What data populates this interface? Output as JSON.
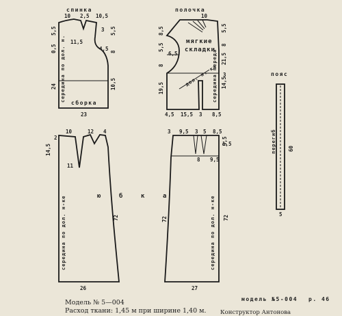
{
  "back": {
    "title": "спинка",
    "m_top1": "10",
    "m_top2": "2,5",
    "m_top3": "10,5",
    "m_left1": "5,5",
    "m_left2": "0,5",
    "m_right1": "5,5",
    "m_right2": "8",
    "m_right3": "10,5",
    "m_3": "3",
    "m_115": "11,5",
    "m_45": "4,5",
    "m_24": "24",
    "center": "середина по дол. н.",
    "gather": "сборка",
    "bottom": "23"
  },
  "front": {
    "title": "полочка",
    "m_top": "10",
    "m_left1": "8,5",
    "m_left2": "5,5",
    "m_left3": "8",
    "m_left4": "19,5",
    "m_left5": "6,5",
    "m_right1": "5,5",
    "m_right2": "8",
    "m_right3": "21,5",
    "m_right4": "14,5",
    "m_right5": "3",
    "pleats": [
      "мягкие",
      "складки"
    ],
    "grain": "дол. н. ка",
    "center": "середина переда",
    "b1": "4,5",
    "b2": "15,5",
    "b3": "3",
    "b4": "8,5"
  },
  "belt": {
    "title": "пояс",
    "fold": "перегиб",
    "length": "60",
    "width": "5"
  },
  "skirt_back": {
    "m_top1": "10",
    "m_top2": "12",
    "m_top3": "4",
    "m_2": "2",
    "m_145": "14,5",
    "m_11": "11",
    "center": "середина по дол. н-ке",
    "length": "72",
    "bottom": "26"
  },
  "skirt_word": [
    "ю",
    "б",
    "к",
    "а"
  ],
  "skirt_front": {
    "m_top1": "3",
    "m_top2": "9,5",
    "m_top3": "3",
    "m_top4": "5",
    "m_top5": "8,5",
    "m_35": "3,5",
    "m_15": "1,5",
    "m_8": "8",
    "m_95": "9,5",
    "length_left": "72",
    "center": "середина по дол. н-ке",
    "length_right": "72",
    "bottom": "27"
  },
  "model": {
    "code": "модель №5-004",
    "page": "р. 46",
    "number_line": "Модель № 5—004",
    "fabric_line": "Расход ткани: 1,45 м при ширине 1,40 м.",
    "author": "Конструктор Антонова"
  }
}
